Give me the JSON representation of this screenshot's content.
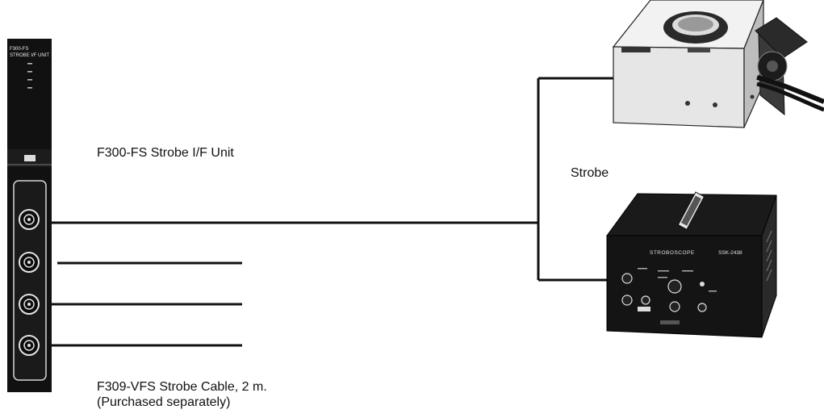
{
  "unit": {
    "panel_title_line1": "F300-FS",
    "panel_title_line2": "STROBE I/F UNIT",
    "label": "F300-FS Strobe I/F Unit"
  },
  "strobe": {
    "label": "Strobe",
    "front_panel_title": "STROBOSCOPE",
    "front_panel_model": "SSK-2438"
  },
  "cable": {
    "label_line1": "F309-VFS Strobe Cable, 2 m.",
    "label_line2": "(Purchased separately)"
  },
  "colors": {
    "line": "#111111",
    "unit_body": "#111111",
    "box_light": "#ececec",
    "box_dark": "#161616"
  }
}
